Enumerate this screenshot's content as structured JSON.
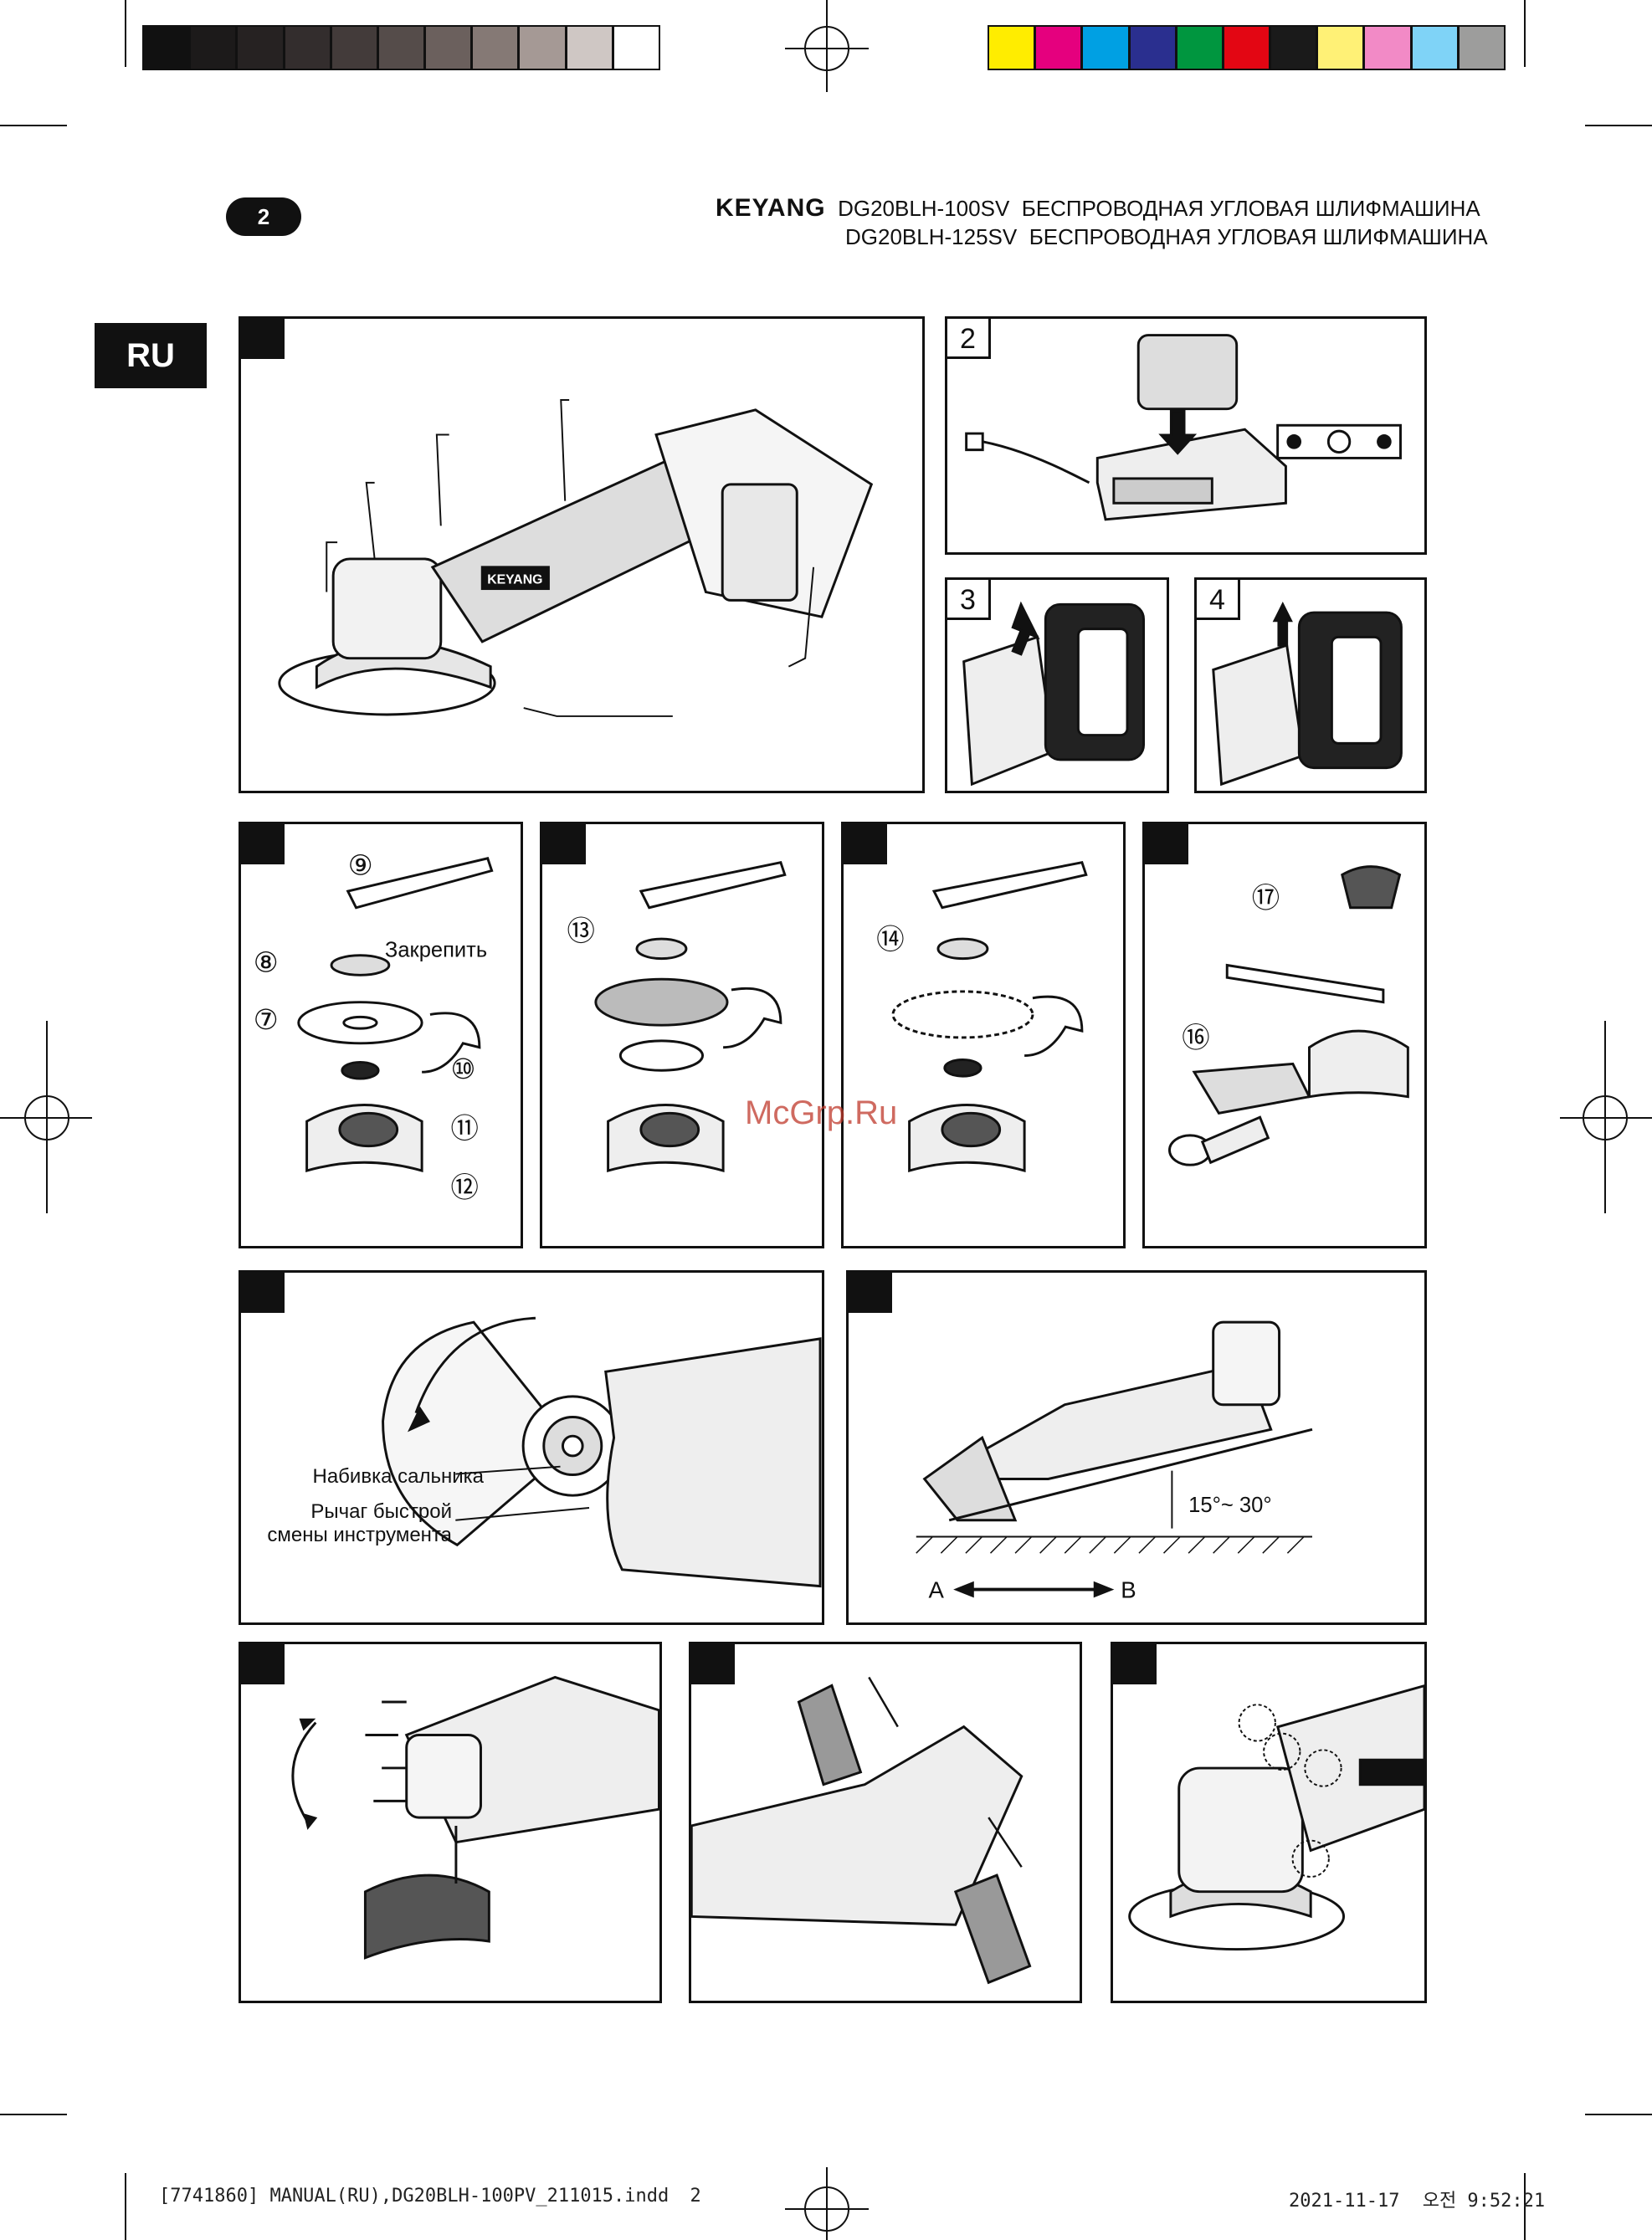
{
  "header": {
    "page_number": "2",
    "brand": "KEYANG",
    "line1_model": "DG20BLH-100SV",
    "line1_title": "БЕСПРОВОДНАЯ УГЛОВАЯ ШЛИФМАШИНА",
    "line2_model": "DG20BLH-125SV",
    "line2_title": "БЕСПРОВОДНАЯ УГЛОВАЯ ШЛИФМАШИНА"
  },
  "language_tab": "RU",
  "colors": {
    "gray_swatches": [
      "#111111",
      "#1c1a1a",
      "#262222",
      "#332d2d",
      "#433b3a",
      "#554c4a",
      "#6b605d",
      "#857975",
      "#a59995",
      "#cfc7c4",
      "#ffffff"
    ],
    "process_swatches": [
      "#ffed00",
      "#e5007e",
      "#00a0e3",
      "#2a2f8f",
      "#00963f",
      "#e30613",
      "#1a1a1a",
      "#fff176",
      "#f28ac6",
      "#7fd3f7",
      "#9d9d9c"
    ]
  },
  "panels": {
    "p2": "2",
    "p3": "3",
    "p4": "4"
  },
  "parts": {
    "n7": "⑦",
    "n8": "⑧",
    "n9": "⑨",
    "n10": "⑩",
    "n11": "⑪",
    "n12": "⑫",
    "n13": "⑬",
    "n14": "⑭",
    "n16": "⑯",
    "n17": "⑰",
    "tighten": "Закрепить"
  },
  "panel_labels": {
    "gland_packing": "Набивка сальника",
    "quick_change_line1": "Рычаг быстрой",
    "quick_change_line2": "смены инструмента",
    "angle": "15°~ 30°",
    "dir_a": "A",
    "dir_b": "B",
    "tool_logo": "KEYANG"
  },
  "watermark": "McGrp.Ru",
  "footer": {
    "file": "[7741860] MANUAL(RU),DG20BLH-100PV_211015.indd",
    "page": "2",
    "date": "2021-11-17",
    "time": "오전 9:52:21"
  }
}
